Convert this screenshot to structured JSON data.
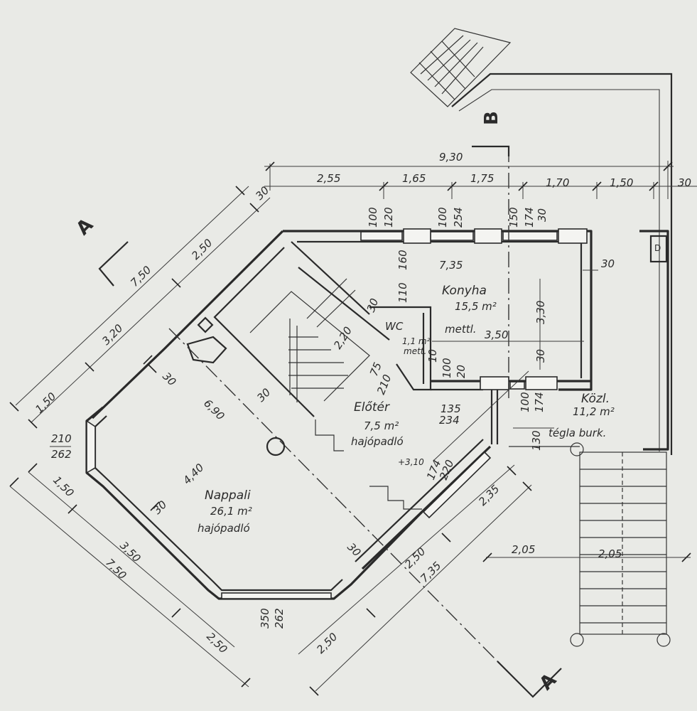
{
  "rooms": {
    "konyha": {
      "name": "Konyha",
      "area": "15,5 m²",
      "floor": "mettl."
    },
    "wc": {
      "name": "WC",
      "area": "1,1 m²",
      "floor": "mett."
    },
    "eloter": {
      "name": "Előtér",
      "area": "7,5 m²",
      "floor": "hajópadló"
    },
    "nappali": {
      "name": "Nappali",
      "area": "26,1 m²",
      "floor": "hajópadló"
    },
    "kozl": {
      "name": "Közl.",
      "area": "11,2 m²",
      "floor": "tégla burk."
    }
  },
  "level": "+3,10",
  "sections": {
    "a_top": "A",
    "a_bottom": "A",
    "b": "B"
  },
  "dims_top": {
    "total": "9,30",
    "d1": "2,55",
    "d2": "1,65",
    "d3": "1,75",
    "d4": "1,70",
    "d5": "1,50",
    "d6": "30",
    "inner": "7,35",
    "kon_side": "30",
    "kon_h": "3,30",
    "kon_w": "3,50",
    "kon_b": "30",
    "w1a": "100",
    "w1b": "120",
    "w2a": "100",
    "w2b": "254",
    "w3a": "150",
    "w3b": "174",
    "w3c": "30",
    "h1": "160",
    "h2": "110",
    "stair_w": "2,20",
    "wc_wall": "30",
    "wc_b": "10",
    "e75": "75",
    "e210": "210",
    "k100": "100",
    "k20": "20",
    "b100": "100",
    "b174": "174",
    "d135": "135",
    "d234": "234",
    "d130": "130"
  },
  "dims_left": {
    "l1": "30",
    "l2": "2,50",
    "l3": "7,50",
    "l4": "3,20",
    "l5": "1,50",
    "wall30a": "30",
    "wall30b": "30",
    "n690": "6,90",
    "n440": "4,40",
    "n30c": "30",
    "n30d": "30",
    "w210": "210",
    "w262": "262"
  },
  "dims_bottom": {
    "b150": "1,50",
    "b350": "3,50",
    "b750": "7,50",
    "b250": "2,50",
    "r350": "350",
    "r262": "262",
    "c220": "220",
    "c174": "174",
    "c235": "2,35",
    "c250": "2,50",
    "c735": "7,35",
    "c250b": "2,50",
    "s205a": "2,05",
    "s205b": "2,05"
  }
}
